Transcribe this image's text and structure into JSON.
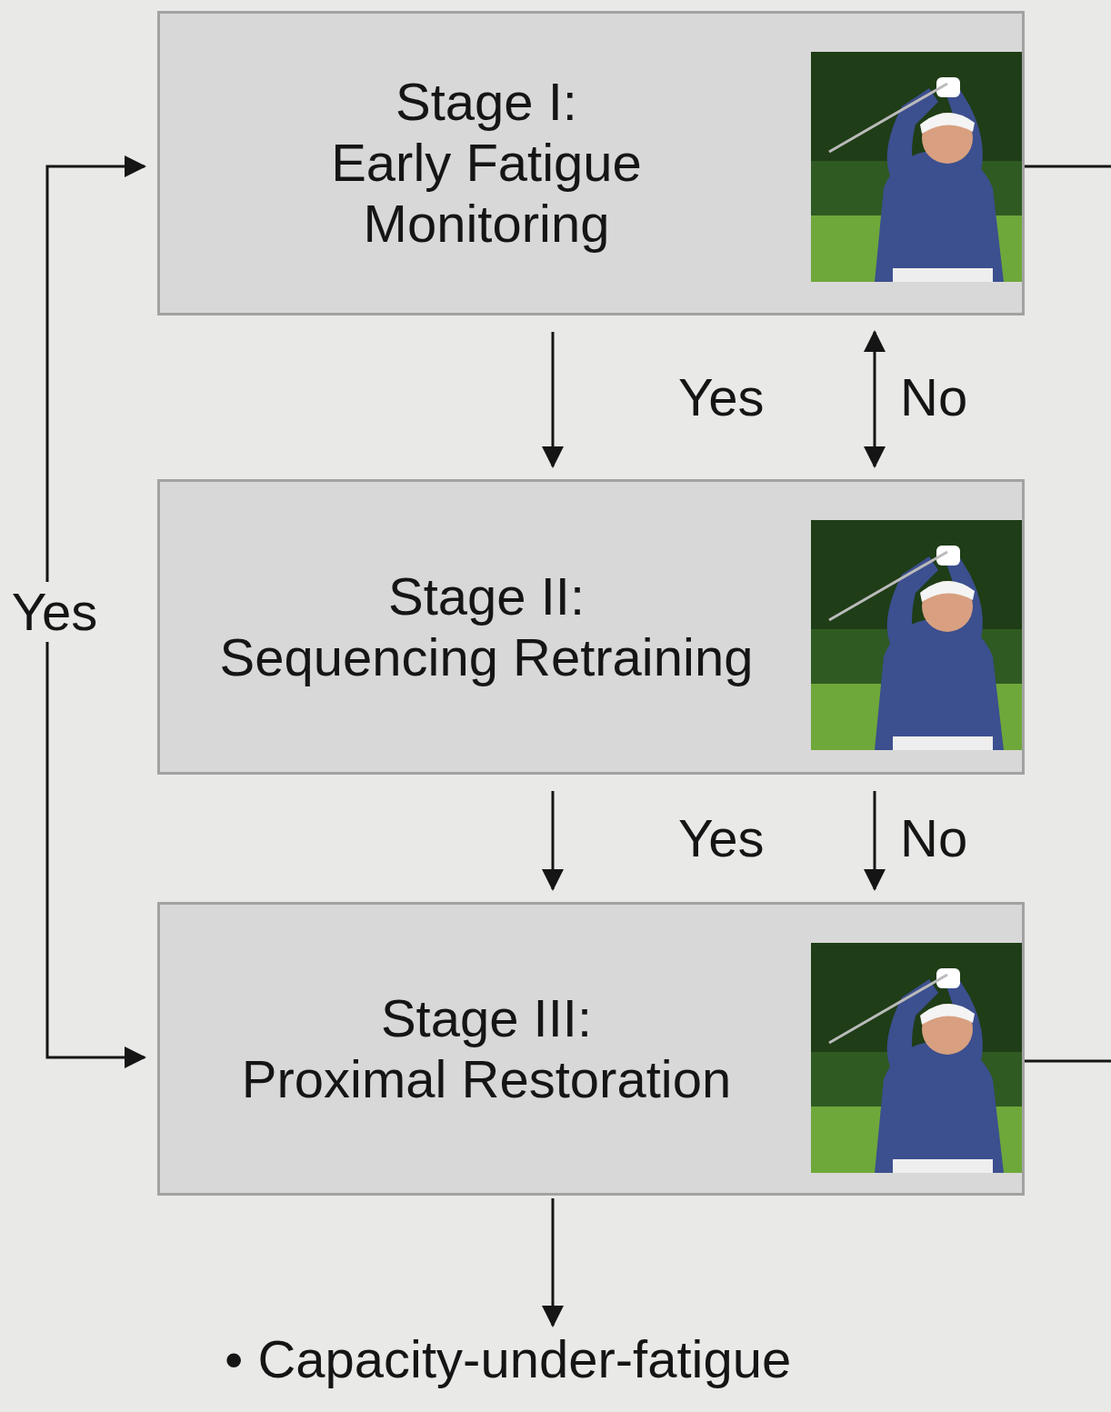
{
  "diagram": {
    "nodes": [
      {
        "text": [
          "Stage I:",
          "Early Fatigue Monitoring"
        ]
      },
      {
        "text": [
          "Stage II:",
          "Sequencing Retraining"
        ]
      },
      {
        "text": [
          "Stage III:",
          "Proximal Restoration"
        ]
      }
    ],
    "edges": [
      {
        "from": 0,
        "to": 1,
        "label": "Yes",
        "arrow": "to"
      },
      {
        "from": 0,
        "to": 1,
        "label": "No",
        "arrow": "both"
      },
      {
        "from": 1,
        "to": 2,
        "label": "Yes",
        "arrow": "to"
      },
      {
        "from": 1,
        "to": 2,
        "label": "No",
        "arrow": "to"
      },
      {
        "from": 0,
        "to": 2,
        "label": "Yes",
        "arrow": "both"
      }
    ],
    "labels": [
      "• Capacity-under-fatigue"
    ]
  }
}
